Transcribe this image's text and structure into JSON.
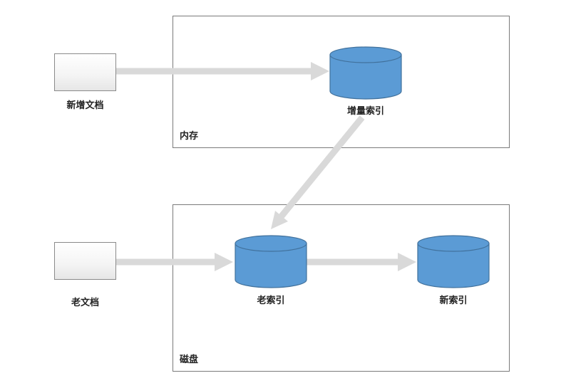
{
  "labels": {
    "new_document": "新增文档",
    "old_document": "老文档",
    "incremental_index": "增量索引",
    "old_index": "老索引",
    "new_index": "新索引",
    "memory": "内存",
    "disk": "磁盘"
  },
  "colors": {
    "cylinder_fill": "#5b9bd5",
    "cylinder_stroke": "#41719c",
    "arrow": "#d9d9d9",
    "box_border": "#7a7a7a"
  }
}
